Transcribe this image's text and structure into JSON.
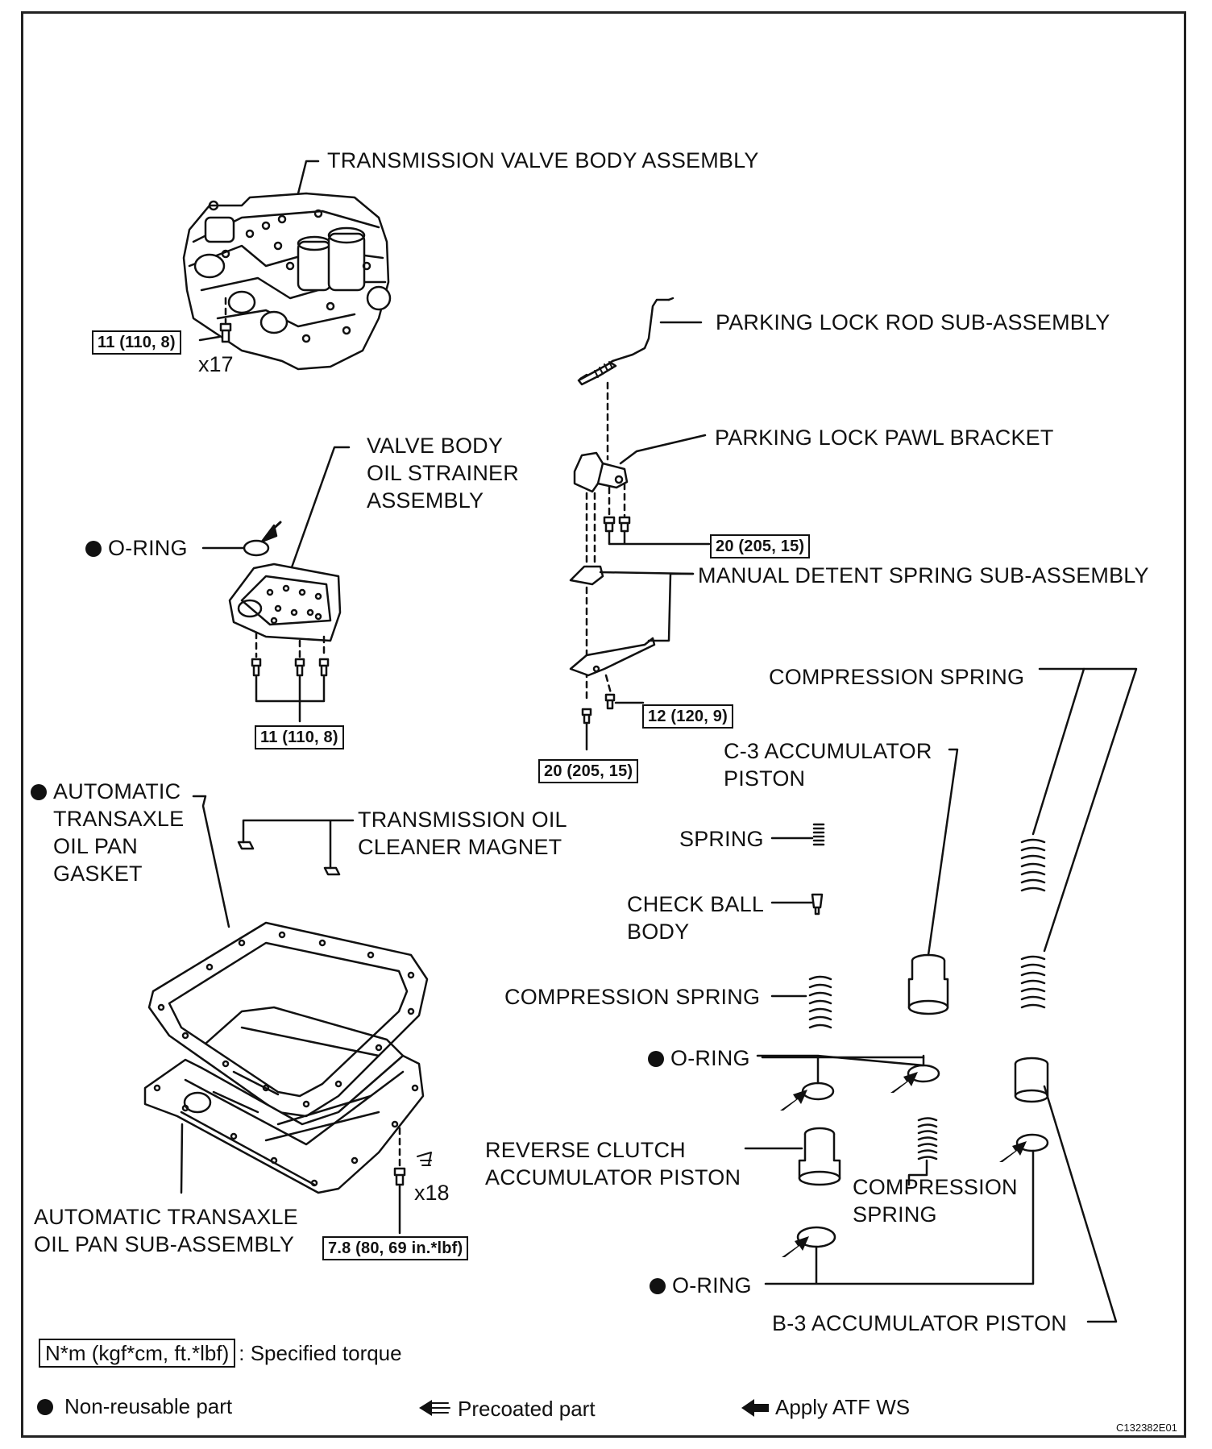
{
  "labels": {
    "valve_body": "TRANSMISSION VALVE BODY ASSEMBLY",
    "parking_rod": "PARKING LOCK ROD SUB-ASSEMBLY",
    "parking_pawl": "PARKING LOCK PAWL BRACKET",
    "strainer": "VALVE BODY\nOIL STRAINER\nASSEMBLY",
    "o_ring_strainer": "O-RING",
    "detent_spring": "MANUAL DETENT SPRING SUB-ASSEMBLY",
    "compression_spring_top": "COMPRESSION SPRING",
    "c3_piston": "C-3 ACCUMULATOR\nPISTON",
    "pan_gasket": "AUTOMATIC\nTRANSAXLE\nOIL PAN\nGASKET",
    "magnet": "TRANSMISSION OIL\nCLEANER MAGNET",
    "spring": "SPRING",
    "check_ball": "CHECK BALL\nBODY",
    "compression_spring_mid": "COMPRESSION SPRING",
    "o_ring_mid": "O-RING",
    "reverse_piston": "REVERSE CLUTCH\nACCUMULATOR PISTON",
    "compression_spring_low": "COMPRESSION\nSPRING",
    "oil_pan": "AUTOMATIC TRANSAXLE\nOIL PAN SUB-ASSEMBLY",
    "o_ring_low": "O-RING",
    "b3_piston": "B-3 ACCUMULATOR PISTON"
  },
  "torques": {
    "valve_body_bolt": "11 (110, 8)",
    "strainer_bolt": "11 (110, 8)",
    "pawl_bolt": "20 (205, 15)",
    "detent_small_bolt": "12 (120, 9)",
    "detent_bolt": "20 (205, 15)",
    "pan_bolt": "7.8 (80, 69 in.*lbf)"
  },
  "quantities": {
    "valve_body_bolts": "x17",
    "pan_bolts": "x18"
  },
  "legend": {
    "torque_box": "N*m (kgf*cm, ft.*lbf)",
    "torque_text": ": Specified torque",
    "non_reusable": "Non-reusable part",
    "precoated": "Precoated part",
    "apply_atf": "Apply ATF WS"
  },
  "figure_code": "C132382E01"
}
